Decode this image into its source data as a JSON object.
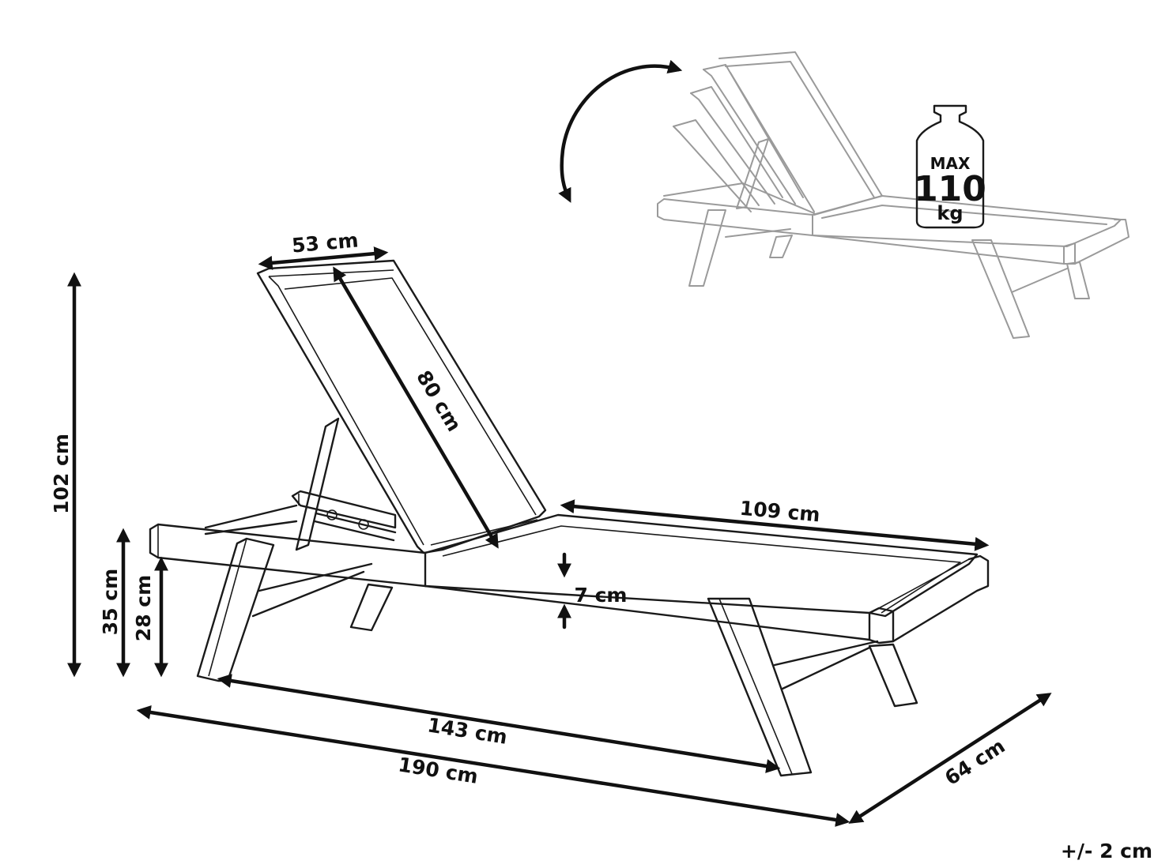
{
  "dimensions": {
    "width_top": "53 cm",
    "backrest_length": "80 cm",
    "seat_length": "109 cm",
    "seat_thickness": "7 cm",
    "total_height": "102 cm",
    "frame_height": "35 cm",
    "seat_height": "28 cm",
    "leg_span": "143 cm",
    "total_length": "190 cm",
    "depth": "64 cm"
  },
  "weight": {
    "max_label": "MAX",
    "value": "110",
    "unit": "kg"
  },
  "tolerance": "+/- 2 cm",
  "colors": {
    "line": "#1a1a1a",
    "faint_line": "#9a9a9a",
    "background": "#ffffff"
  }
}
